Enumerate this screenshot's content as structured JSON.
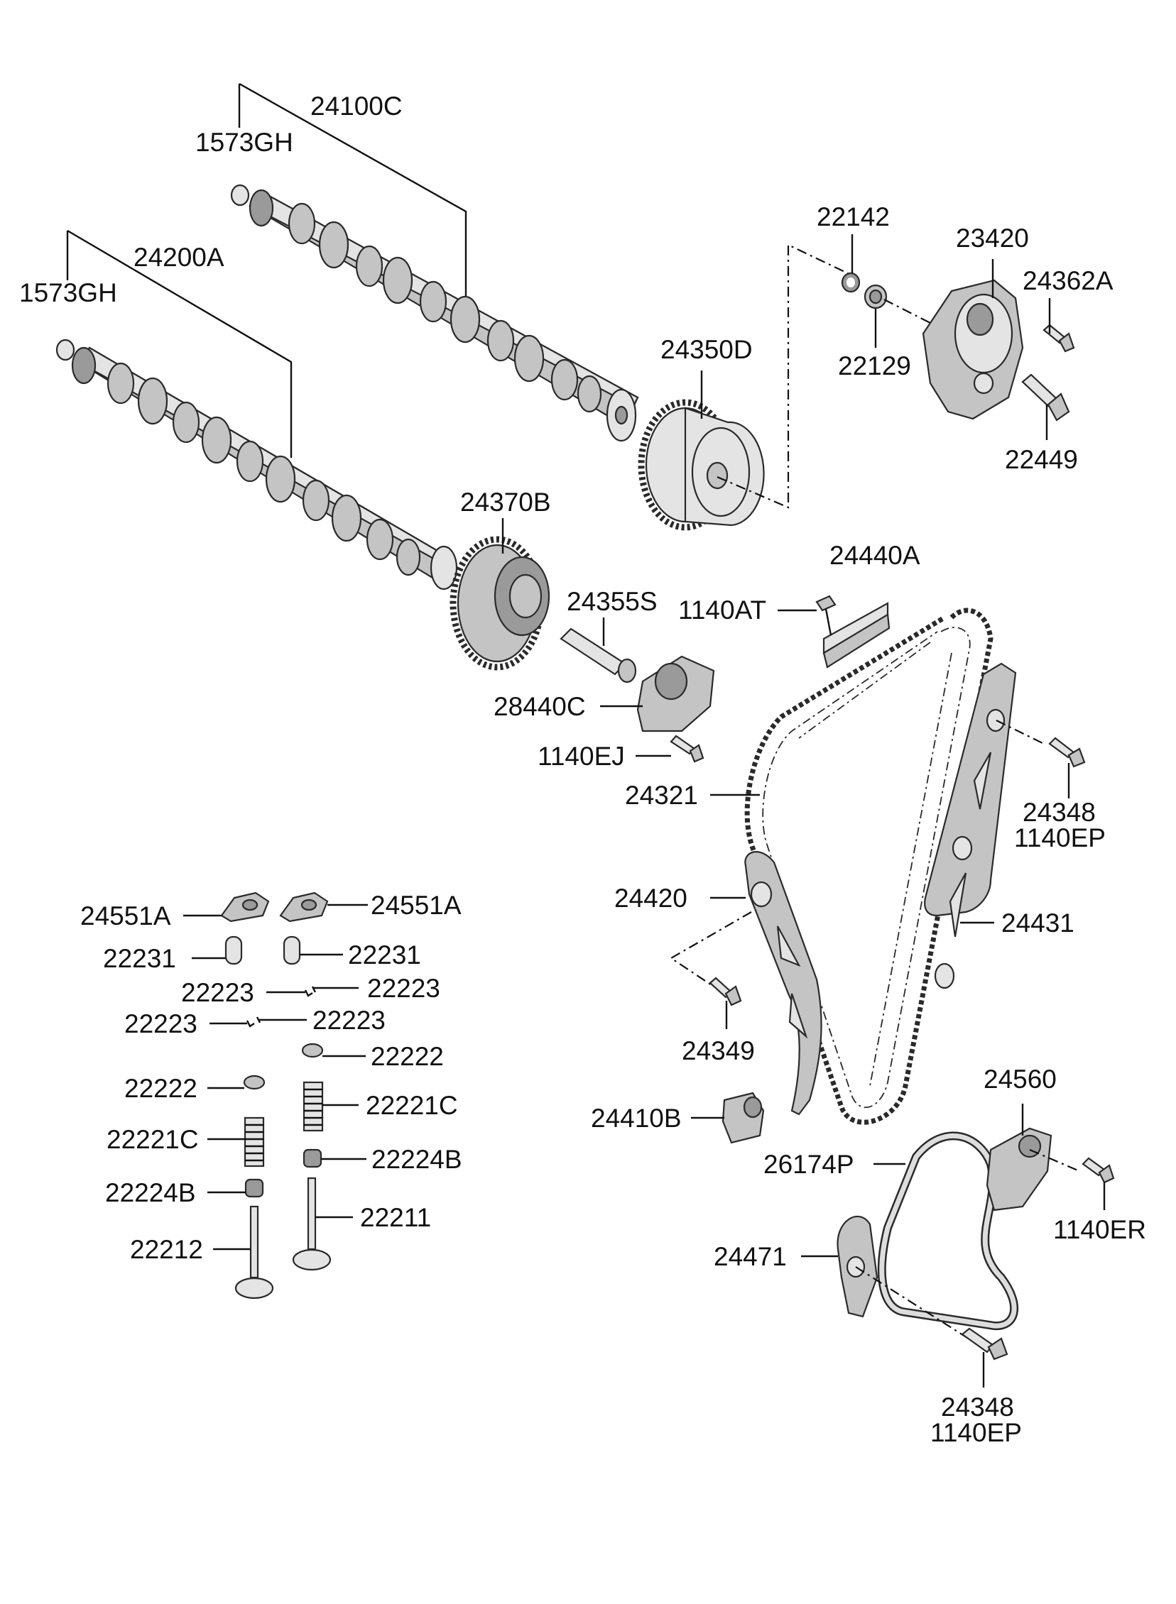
{
  "labels": {
    "cam_exhaust": "24100C",
    "plug_top": "1573GH",
    "cam_intake": "24200A",
    "plug_left": "1573GH",
    "seal_22142": "22142",
    "cover_23420": "23420",
    "bolt_24362a": "24362A",
    "seal_22129": "22129",
    "sprocket_24350d": "24350D",
    "bolt_22449": "22449",
    "cvvt_24370b": "24370B",
    "guide_24440a": "24440A",
    "bolt_1140at": "1140AT",
    "bolt_24355s": "24355S",
    "solenoid_28440c": "28440C",
    "bolt_1140ej": "1140EJ",
    "chain_24321": "24321",
    "bolt_24348_a": "24348",
    "bolt_1140ep_a": "1140EP",
    "lever_24420": "24420",
    "guide_24431": "24431",
    "bolt_24349": "24349",
    "tensioner_24410b": "24410B",
    "tensioner_24560": "24560",
    "belt_26174p": "26174P",
    "bolt_1140er": "1140ER",
    "lever_24471": "24471",
    "bolt_24348_b": "24348",
    "bolt_1140ep_b": "1140EP",
    "rocker_l": "24551A",
    "rocker_r": "24551A",
    "lash_l": "22231",
    "lash_r": "22231",
    "key_l1": "22223",
    "key_r1": "22223",
    "key_l2": "22223",
    "key_r2": "22223",
    "retainer_r": "22222",
    "retainer_l": "22222",
    "spring_r": "22221C",
    "spring_l": "22221C",
    "stemseal_r": "22224B",
    "stemseal_l": "22224B",
    "valve_r": "22211",
    "valve_l": "22212"
  }
}
